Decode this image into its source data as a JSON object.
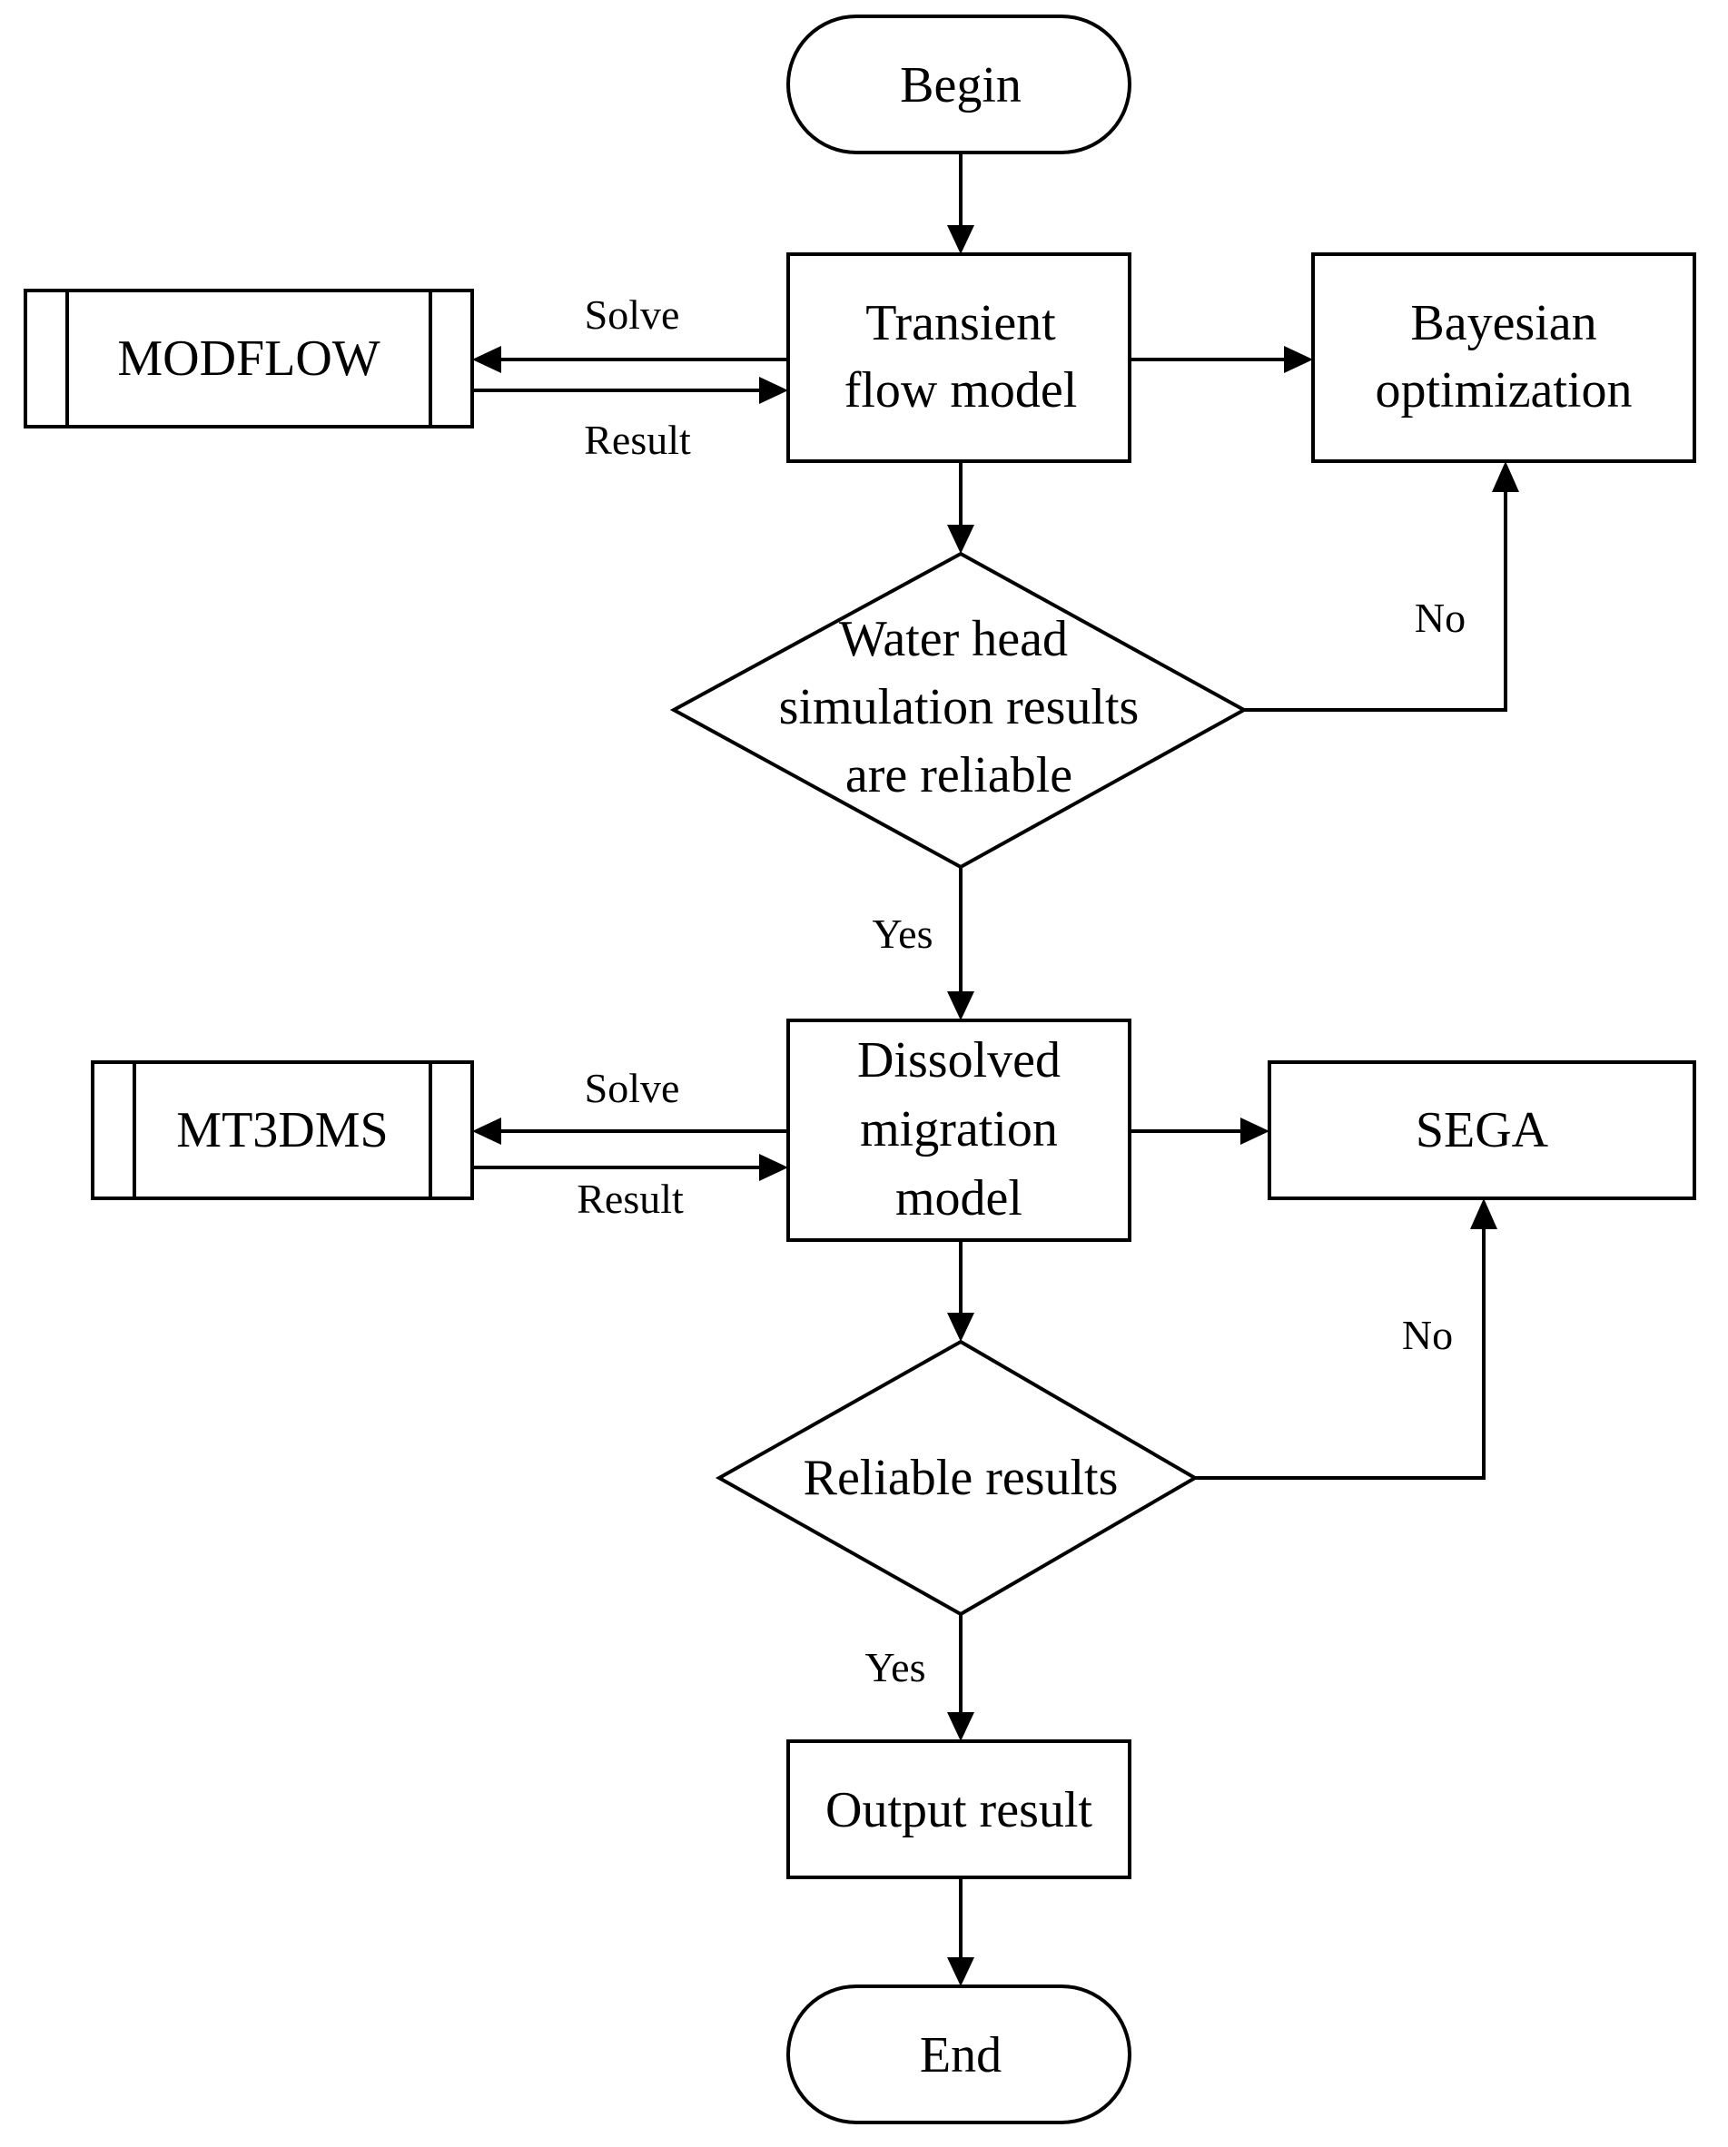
{
  "nodes": {
    "begin": "Begin",
    "transient_flow_model": [
      "Transient",
      "flow model"
    ],
    "modflow": "MODFLOW",
    "bayesian_optimization": [
      "Bayesian",
      "optimization"
    ],
    "water_head_decision": [
      "Water head",
      "simulation results",
      "are reliable"
    ],
    "dissolved_migration_model": [
      "Dissolved",
      "migration",
      "model"
    ],
    "mt3dms": "MT3DMS",
    "sega": "SEGA",
    "reliable_results_decision": "Reliable results",
    "output_result": "Output result",
    "end": "End"
  },
  "edge_labels": {
    "solve_1": "Solve",
    "result_1": "Result",
    "no_1": "No",
    "yes_1": "Yes",
    "solve_2": "Solve",
    "result_2": "Result",
    "no_2": "No",
    "yes_2": "Yes"
  }
}
